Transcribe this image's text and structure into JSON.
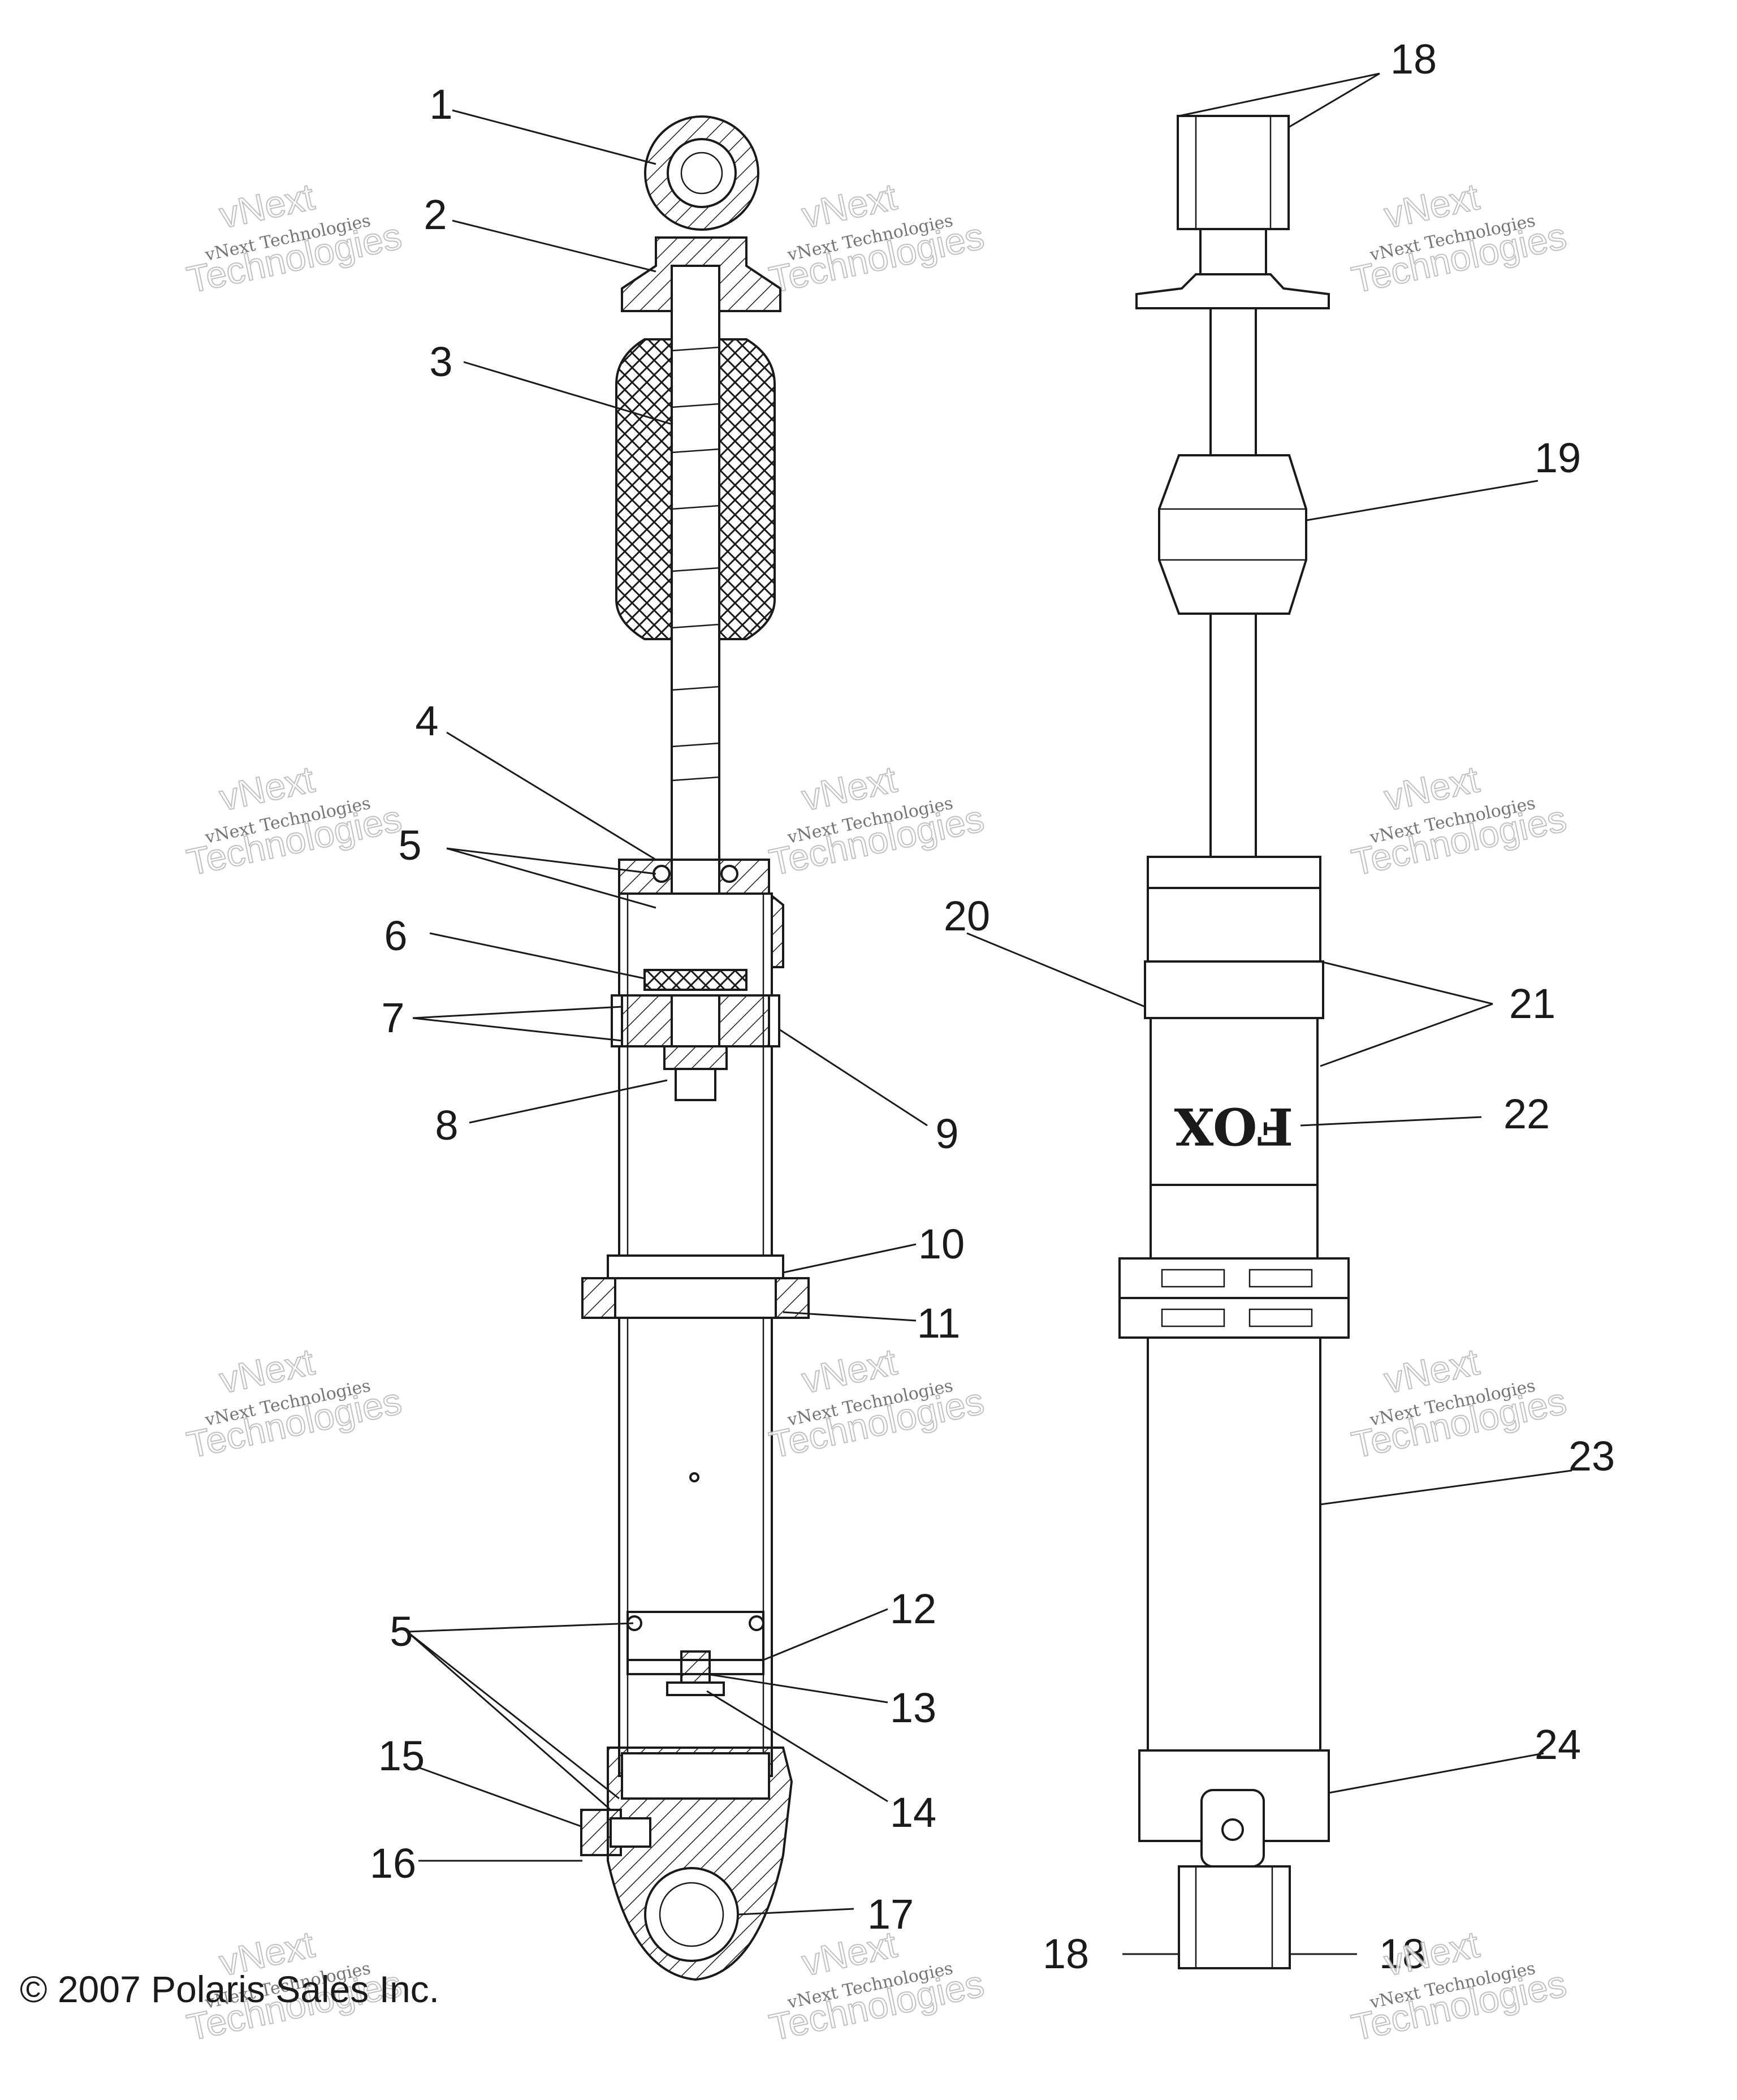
{
  "callouts": {
    "c1": "1",
    "c2": "2",
    "c3": "3",
    "c4": "4",
    "c5a": "5",
    "c6": "6",
    "c7": "7",
    "c8": "8",
    "c9": "9",
    "c10": "10",
    "c11": "11",
    "c12": "12",
    "c13": "13",
    "c14": "14",
    "c5b": "5",
    "c15": "15",
    "c16": "16",
    "c17": "17",
    "c18a": "18",
    "c19": "19",
    "c20": "20",
    "c21": "21",
    "c22": "22",
    "c23": "23",
    "c24": "24",
    "c18b": "18",
    "c18c": "18"
  },
  "copyright": "© 2007 Polaris Sales Inc.",
  "watermark": {
    "line1": "vNext Technologies",
    "line2": "vNext",
    "line3": "Technologies"
  },
  "logo_text": "FOX"
}
